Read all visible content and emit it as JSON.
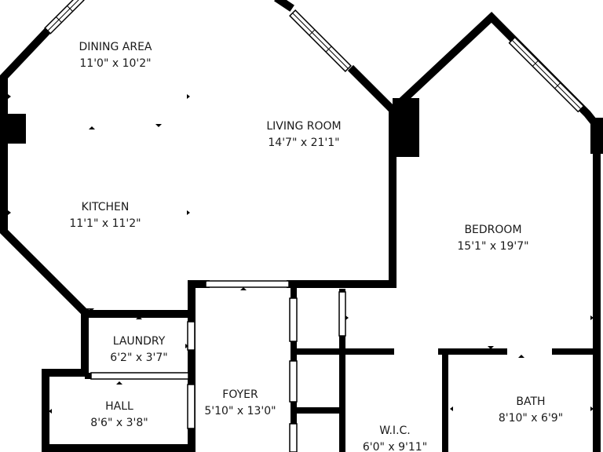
{
  "rooms": [
    {
      "name": "DINING AREA",
      "dims": "11'0\" x 10'2\""
    },
    {
      "name": "LIVING ROOM",
      "dims": "14'7\" x 21'1\""
    },
    {
      "name": "KITCHEN",
      "dims": "11'1\" x 11'2\""
    },
    {
      "name": "BEDROOM",
      "dims": "15'1\" x 19'7\""
    },
    {
      "name": "LAUNDRY",
      "dims": "6'2\" x 3'7\""
    },
    {
      "name": "HALL",
      "dims": "8'6\" x 3'8\""
    },
    {
      "name": "FOYER",
      "dims": "5'10\" x 13'0\""
    },
    {
      "name": "BATH",
      "dims": "8'10\" x 6'9\""
    },
    {
      "name": "W.I.C.",
      "dims": "6'0\" x 9'11\""
    }
  ],
  "colors": {
    "wall": "#000000",
    "background": "#ffffff",
    "text": "#1a1a1a"
  }
}
